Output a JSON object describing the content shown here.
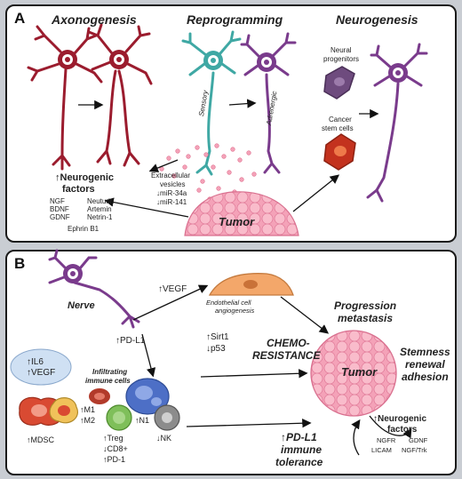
{
  "panel_a": {
    "label": "A",
    "axonogenesis": "Axonogenesis",
    "reprogramming": "Reprogramming",
    "neurogenesis": "Neurogenesis",
    "sensory": "Sensory",
    "adrenergic": "Adrenergic",
    "neural_progenitors_1": "Neural",
    "neural_progenitors_2": "progenitors",
    "cancer_stem_cells_1": "Cancer",
    "cancer_stem_cells_2": "stem cells",
    "ev_1": "Extracellular",
    "ev_2": "vesicles",
    "ev_3": "↓miR-34a",
    "ev_4": "↓miR-141",
    "neurogenic_1": "↑Neurogenic",
    "neurogenic_2": "factors",
    "factors_col1": [
      "NGF",
      "BDNF",
      "GDNF"
    ],
    "factors_col2": [
      "Neuturin",
      "Artemin",
      "Netrin-1"
    ],
    "factor_last": "Ephrin B1",
    "tumor": "Tumor"
  },
  "panel_b": {
    "label": "B",
    "nerve": "Nerve",
    "vegf": "↑VEGF",
    "endo_1": "Endothelial cell",
    "endo_2": "angiogenesis",
    "prog_1": "Progression",
    "prog_2": "metastasis",
    "pdl1": "↑PD-L1",
    "sirt1": "↑Sirt1",
    "p53": "↓p53",
    "chemo_1": "CHEMO-",
    "chemo_2": "RESISTANCE",
    "stem_1": "Stemness",
    "stem_2": "renewal",
    "stem_3": "adhesion",
    "il6": "↑IL6",
    "il6_vegf": "↑VEGF",
    "infil_1": "Infiltrating",
    "infil_2": "immune cells",
    "m1": "↑M1",
    "m2": "↑M2",
    "n1": "↑N1",
    "mdsc": "↑MDSC",
    "treg": "↑Treg",
    "cd8": "↓CD8+",
    "pd1": "↑PD-1",
    "nk": "↓NK",
    "tumor": "Tumor",
    "pdl1_tol_1": "↑PD-L1",
    "pdl1_tol_2": "immune",
    "pdl1_tol_3": "tolerance",
    "nf_1": "↑Neurogenic",
    "nf_2": "factors",
    "nf_3a": "NGFR",
    "nf_3b": "GDNF",
    "nf_4a": "LICAM",
    "nf_4b": "NGF/Trk"
  },
  "colors": {
    "axon_neuron": "#9b1c2e",
    "sensory_neuron": "#3fa8a4",
    "adrenergic_neuron": "#7a3b8c",
    "tumor": "#f5a3b6",
    "panel_border": "#1a1a1a"
  }
}
